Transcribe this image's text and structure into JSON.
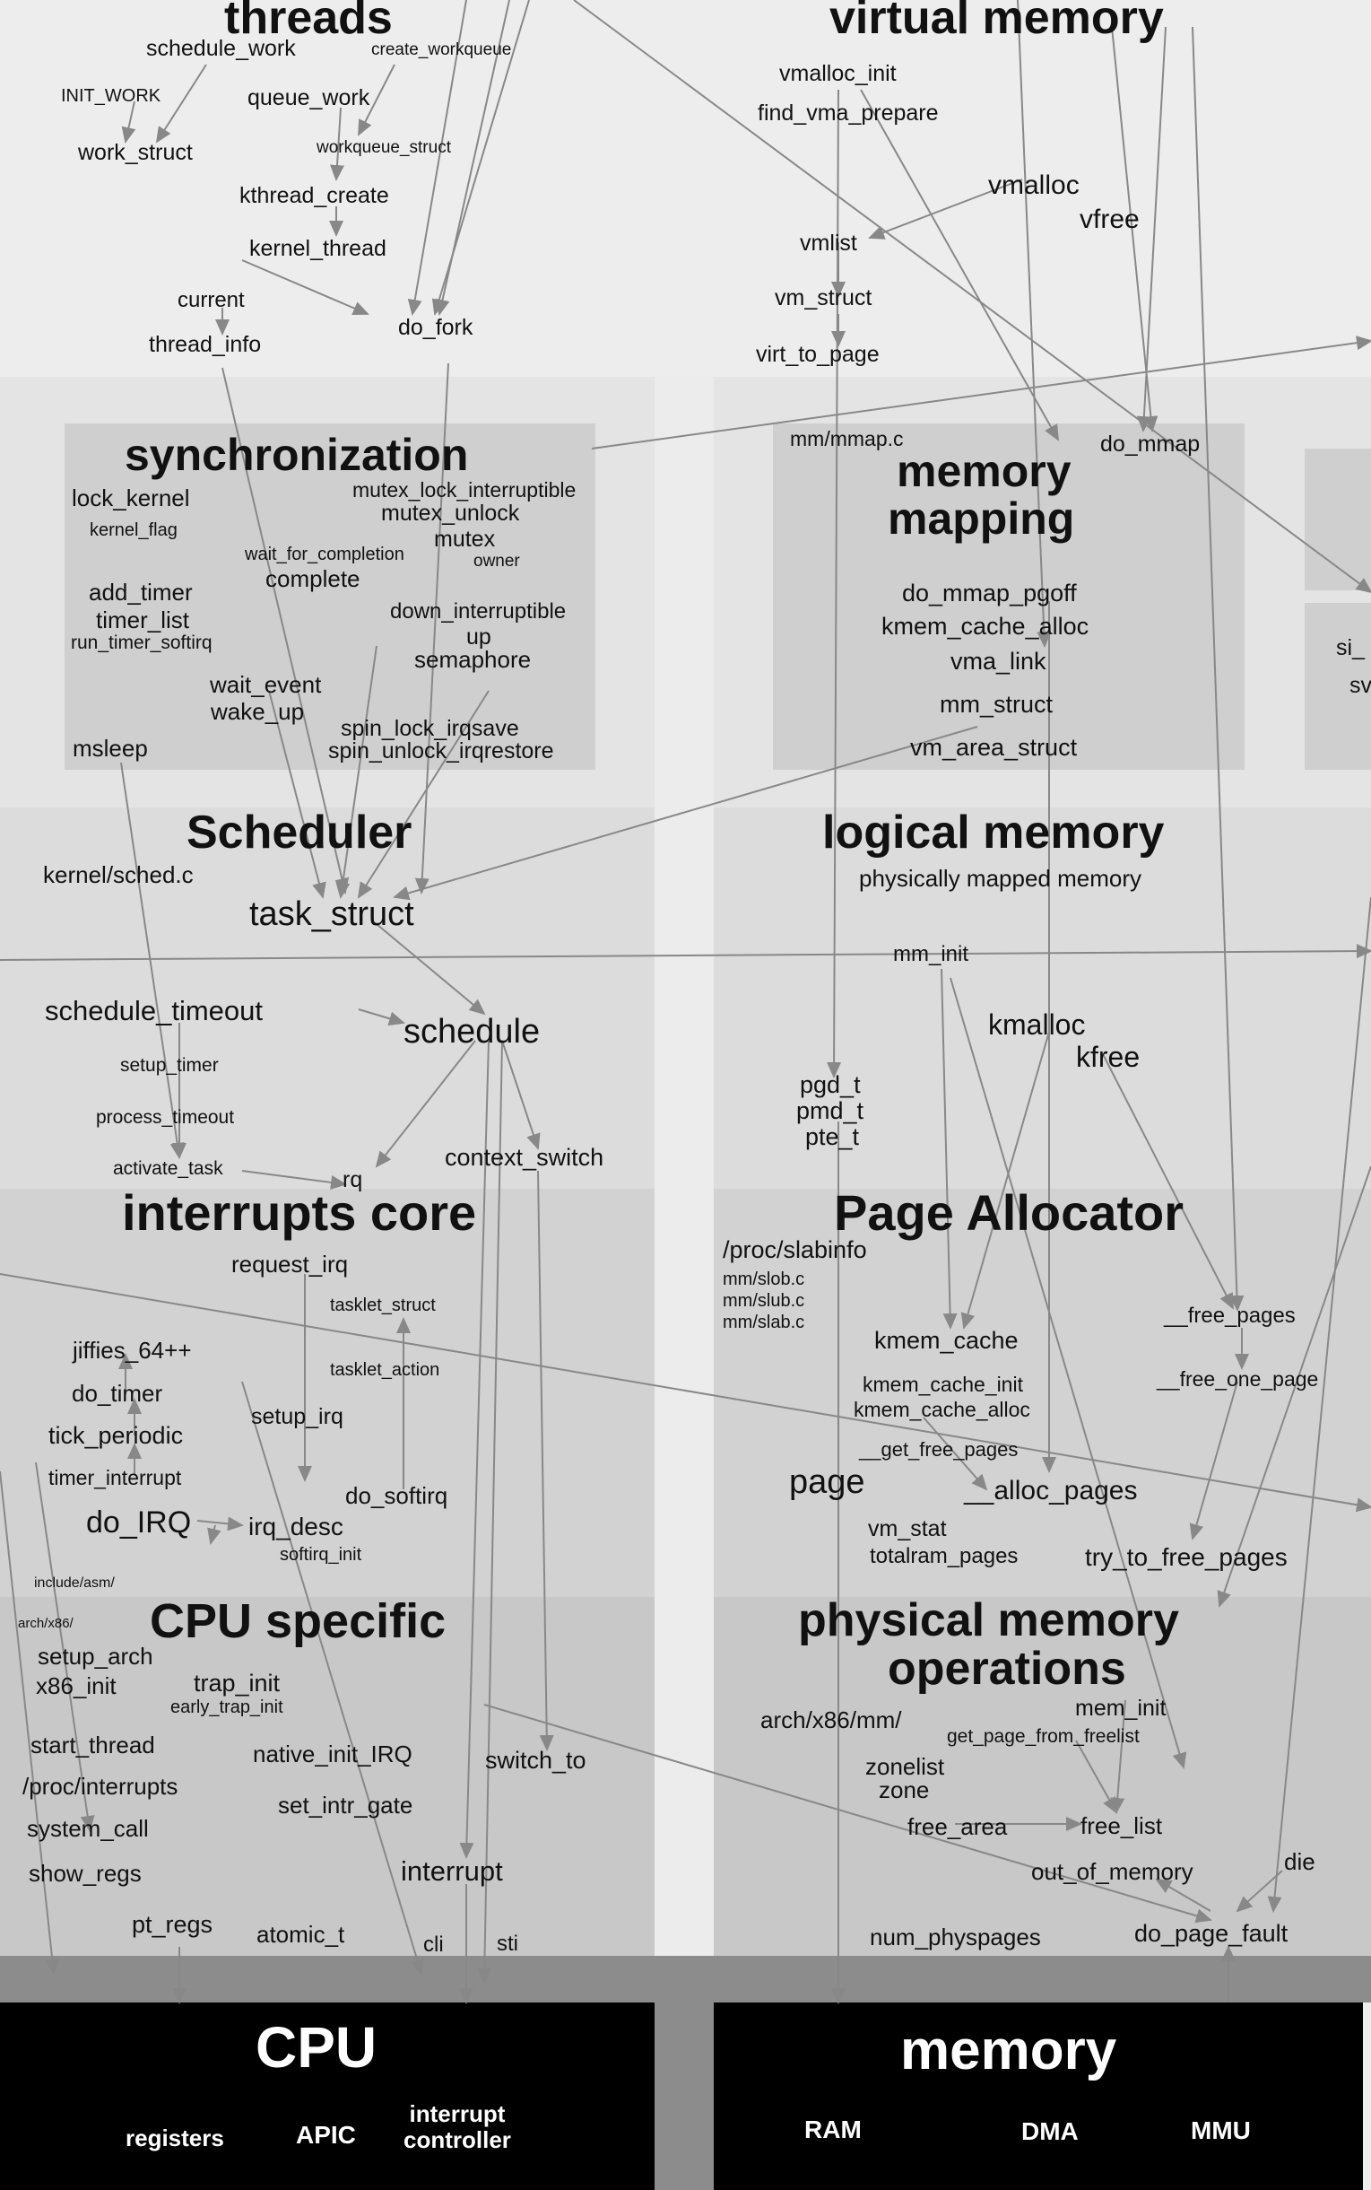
{
  "sections": {
    "threads": {
      "title": "threads",
      "labels": [
        "schedule_work",
        "create_workqueue",
        "INIT_WORK",
        "queue_work",
        "work_struct",
        "workqueue_struct",
        "kthread_create",
        "kernel_thread",
        "current",
        "do_fork",
        "thread_info"
      ]
    },
    "virtual_memory": {
      "title": "virtual memory",
      "labels": [
        "vmalloc_init",
        "find_vma_prepare",
        "vmalloc",
        "vfree",
        "vmlist",
        "vm_struct",
        "virt_to_page"
      ]
    },
    "synchronization": {
      "title": "synchronization",
      "labels": [
        "lock_kernel",
        "mutex_lock_interruptible",
        "mutex_unlock",
        "kernel_flag",
        "mutex",
        "wait_for_completion",
        "owner",
        "complete",
        "add_timer",
        "timer_list",
        "down_interruptible",
        "run_timer_softirq",
        "up",
        "semaphore",
        "wait_event",
        "wake_up",
        "spin_lock_irqsave",
        "msleep",
        "spin_unlock_irqrestore"
      ]
    },
    "memory_mapping": {
      "title_line1": "memory",
      "title_line2": "mapping",
      "labels": [
        "mm/mmap.c",
        "do_mmap",
        "do_mmap_pgoff",
        "kmem_cache_alloc",
        "vma_link",
        "mm_struct",
        "vm_area_struct"
      ]
    },
    "scheduler": {
      "title": "Scheduler",
      "labels": [
        "kernel/sched.c",
        "task_struct",
        "schedule_timeout",
        "schedule",
        "setup_timer",
        "process_timeout",
        "activate_task",
        "rq",
        "context_switch"
      ]
    },
    "logical_memory": {
      "title": "logical memory",
      "subtitle": "physically mapped memory",
      "labels": [
        "mm_init",
        "kmalloc",
        "kfree",
        "pgd_t",
        "pmd_t",
        "pte_t"
      ]
    },
    "interrupts_core": {
      "title": "interrupts core",
      "labels": [
        "request_irq",
        "tasklet_struct",
        "jiffies_64++",
        "tasklet_action",
        "do_timer",
        "tick_periodic",
        "setup_irq",
        "timer_interrupt",
        "do_softirq",
        "do_IRQ",
        "irq_desc",
        "softirq_init"
      ]
    },
    "page_allocator": {
      "title": "Page Allocator",
      "labels": [
        "/proc/slabinfo",
        "mm/slob.c",
        "mm/slub.c",
        "mm/slab.c",
        "__free_pages",
        "kmem_cache",
        "__free_one_page",
        "kmem_cache_init",
        "kmem_cache_alloc",
        "__get_free_pages",
        "page",
        "__alloc_pages",
        "vm_stat",
        "totalram_pages",
        "try_to_free_pages"
      ]
    },
    "cpu_specific": {
      "title": "CPU specific",
      "labels": [
        "include/asm/",
        "arch/x86/",
        "setup_arch",
        "x86_init",
        "trap_init",
        "early_trap_init",
        "start_thread",
        "native_init_IRQ",
        "switch_to",
        "/proc/interrupts",
        "set_intr_gate",
        "system_call",
        "show_regs",
        "interrupt",
        "pt_regs",
        "atomic_t",
        "cli",
        "sti"
      ]
    },
    "physical_memory": {
      "title_line1": "physical memory",
      "title_line2": "operations",
      "labels": [
        "arch/x86/mm/",
        "mem_init",
        "get_page_from_freelist",
        "zonelist",
        "zone",
        "free_area",
        "free_list",
        "out_of_memory",
        "die",
        "num_physpages",
        "do_page_fault"
      ]
    },
    "right_edge": {
      "labels": [
        "si_",
        "sv"
      ]
    }
  },
  "hardware": {
    "cpu": {
      "title": "CPU",
      "items": [
        "registers",
        "APIC",
        "interrupt\ncontroller"
      ]
    },
    "memory": {
      "title": "memory",
      "items": [
        "RAM",
        "DMA",
        "MMU"
      ]
    }
  },
  "colors": {
    "background_light": "#ededed",
    "band_1": "#e4e4e4",
    "band_2": "#dcdcdc",
    "band_3": "#d2d2d2",
    "band_4": "#c8c8c8",
    "inner_box": "#cfcfcf",
    "gray_bar": "#8c8c8c",
    "hardware": "#000000",
    "edge": "#888888"
  }
}
